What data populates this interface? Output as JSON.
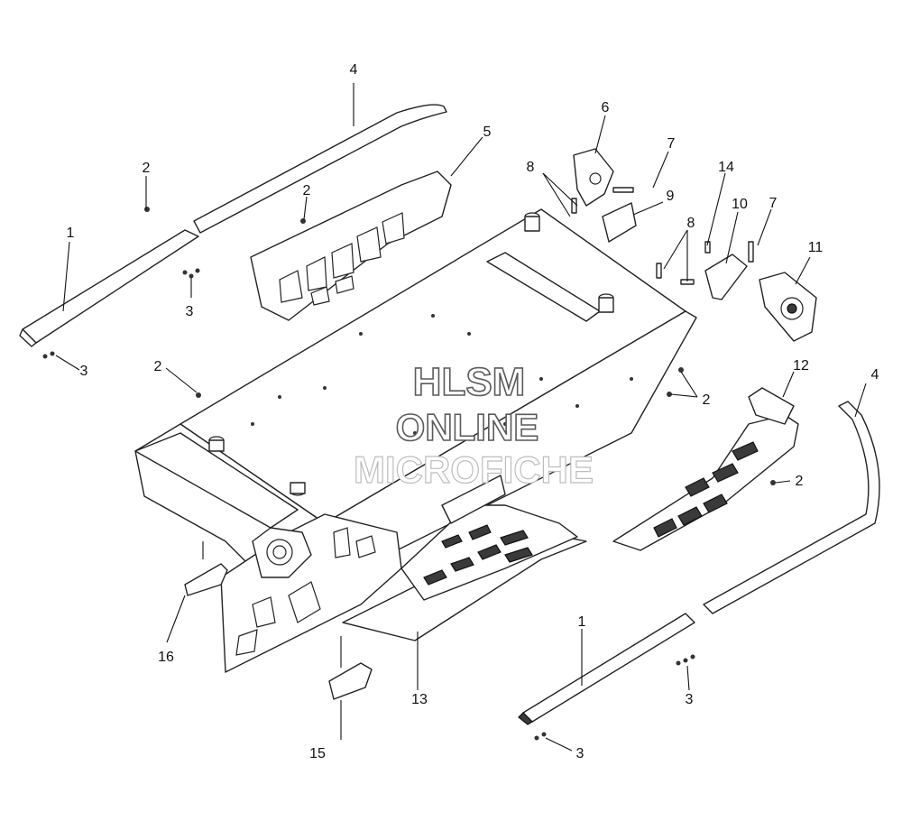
{
  "watermark": {
    "line1": "HLSM",
    "line2": "ONLINE",
    "line3": "MICROFICHE"
  },
  "callouts": {
    "c1a": "1",
    "c1b": "1",
    "c2a": "2",
    "c2b": "2",
    "c2c": "2",
    "c2d": "2",
    "c2e": "2",
    "c3a": "3",
    "c3b": "3",
    "c3c": "3",
    "c3d": "3",
    "c4a": "4",
    "c4b": "4",
    "c5": "5",
    "c6": "6",
    "c7a": "7",
    "c7b": "7",
    "c8a": "8",
    "c8b": "8",
    "c9": "9",
    "c10": "10",
    "c11": "11",
    "c12": "12",
    "c13": "13",
    "c14": "14",
    "c15": "15",
    "c16": "16"
  },
  "colors": {
    "ink": "#222222",
    "watermark_outline": "#5a5a5a"
  }
}
